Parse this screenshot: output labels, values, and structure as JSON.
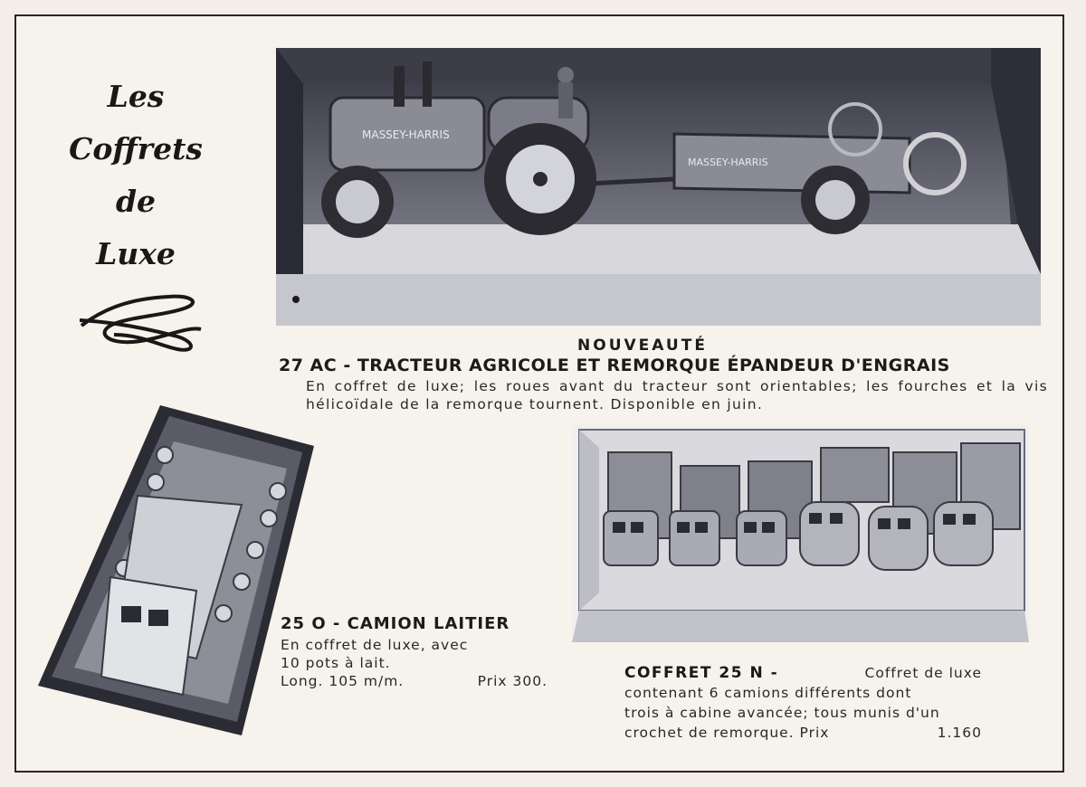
{
  "heading": {
    "lines": [
      "Les",
      "Coffrets",
      "de",
      "Luxe"
    ]
  },
  "item_27ac": {
    "badge": "NOUVEAUTÉ",
    "title": "27 AC - TRACTEUR AGRICOLE ET REMORQUE ÉPANDEUR D'ENGRAIS",
    "description": "En coffret de luxe; les roues avant du tracteur sont orientables; les fourches et la vis hélicoïdale de la remorque tournent. Disponible en juin.",
    "decal_tractor": "MASSEY-HARRIS",
    "decal_trailer": "MASSEY-HARRIS"
  },
  "item_25o": {
    "title": "25 O - CAMION LAITIER",
    "line1": "En coffret de luxe, avec",
    "line2": "10 pots à lait.",
    "length": "Long. 105 m/m.",
    "price": "Prix 300."
  },
  "item_25n": {
    "title": "COFFRET 25 N -",
    "line1": "Coffret de luxe",
    "line2": "contenant 6 camions différents dont",
    "line3": "trois à cabine avancée; tous munis d'un",
    "line4": "crochet de remorque. Prix",
    "price": "1.160"
  },
  "colors": {
    "paper": "#f3efe8",
    "ink": "#1d1b19",
    "photo_dark": "#4a4a55",
    "photo_light": "#cfd0d6"
  }
}
